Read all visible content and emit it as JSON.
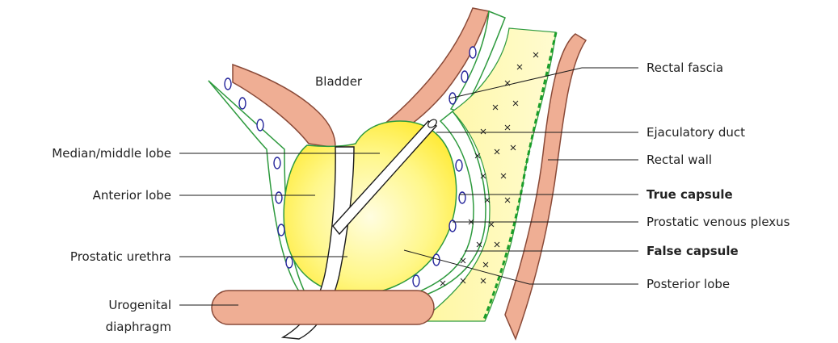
{
  "diagram": {
    "structure_label": "Bladder",
    "labels_left": {
      "median_lobe": "Median/middle lobe",
      "anterior_lobe": "Anterior lobe",
      "prostatic_urethra": "Prostatic urethra",
      "urogenital_line1": "Urogenital",
      "urogenital_line2": "diaphragm"
    },
    "labels_right": {
      "rectal_fascia": "Rectal fascia",
      "ejaculatory_duct": "Ejaculatory duct",
      "rectal_wall": "Rectal wall",
      "true_capsule": "True capsule",
      "venous_plexus": "Prostatic venous plexus",
      "false_capsule": "False capsule",
      "posterior_lobe": "Posterior lobe"
    },
    "colors": {
      "prostate_yellow": "#FFF35A",
      "prostate_center": "#FFFBC8",
      "fascia_yellow": "#FDF7A8",
      "tissue_pink": "#EFAE94",
      "tissue_outline": "#8A4A38",
      "capsule_green": "#2E9A3E",
      "dashed_green": "#1B9E2A",
      "plexus_blue": "#22229A"
    }
  }
}
